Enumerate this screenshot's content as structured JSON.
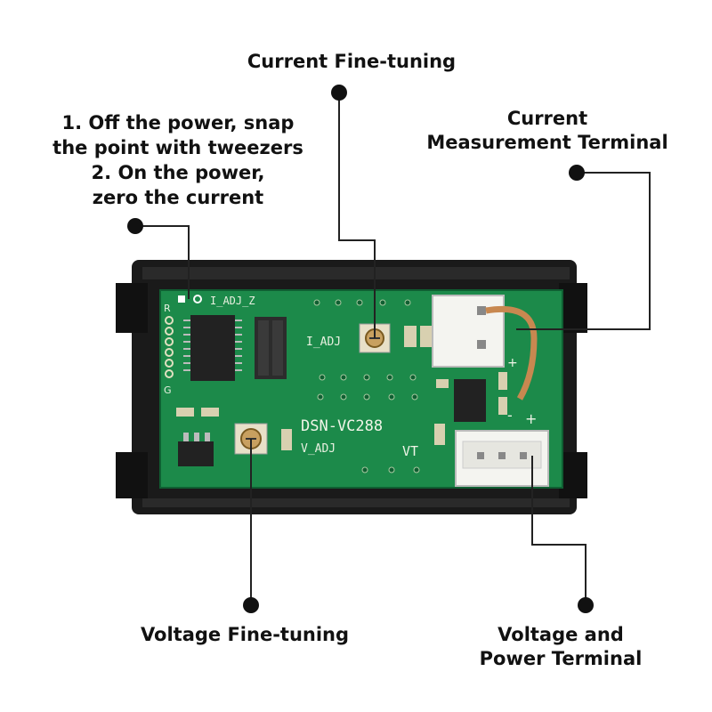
{
  "labels": {
    "current_fine_tuning": "Current Fine-tuning",
    "instructions": [
      "1. Off the power, snap",
      "the point with tweezers",
      "2. On the power,",
      "zero the current"
    ],
    "current_measurement_terminal": [
      "Current",
      "Measurement Terminal"
    ],
    "voltage_fine_tuning": "Voltage Fine-tuning",
    "voltage_power_terminal": [
      "Voltage and",
      "Power Terminal"
    ]
  },
  "board": {
    "model": "DSN-VC288",
    "i_adj": "I_ADJ",
    "v_adj": "V_ADJ",
    "i_adj_z": "I_ADJ_Z",
    "vt": "VT",
    "pin_r": "R",
    "pin_g": "G",
    "plus": "+",
    "minus": "-"
  },
  "colors": {
    "pcb_green": "#1c8a4a",
    "case_black": "#1a1a1a",
    "leader_line": "#222222"
  }
}
